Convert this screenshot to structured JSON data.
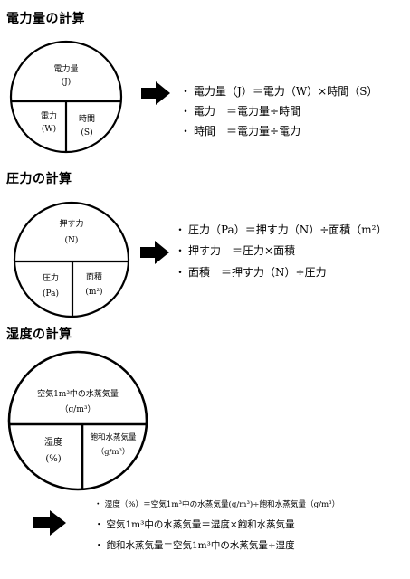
{
  "sections": [
    {
      "heading": "電力量の計算",
      "circle": {
        "top": "電力量",
        "top_unit": "(J)",
        "left": "電力",
        "left_unit": "(W)",
        "right": "時間",
        "right_unit": "(S)"
      },
      "bullet": "・",
      "formulas": [
        "電力量（J）＝電力（W）×時間（S）",
        "電力　＝電力量÷時間",
        "時間　＝電力量÷電力"
      ]
    },
    {
      "heading": "圧力の計算",
      "circle": {
        "top": "押す力",
        "top_unit": "(N)",
        "left": "圧力",
        "left_unit": "(Pa)",
        "right": "面積",
        "right_unit": "(m²)"
      },
      "bullet": "・",
      "formulas": [
        "圧力（Pa）＝押す力（N）÷面積（m²）",
        "押す力　＝圧力×面積",
        "面積　＝押す力（N）÷圧力"
      ]
    },
    {
      "heading": "湿度の計算",
      "circle": {
        "top": "空気1m³中の水蒸気量",
        "top_unit": "（g/m³）",
        "left": "湿度",
        "left_unit": "(%)",
        "right": "飽和水蒸気量",
        "right_unit": "（g/m³）"
      },
      "bullet": "・",
      "formulas": [
        "湿度（%）＝空気1m³中の水蒸気量(g/m³)÷飽和水蒸気量（g/m³）",
        "空気1m³中の水蒸気量＝湿度×飽和水蒸気量",
        "飽和水蒸気量＝空気1m³中の水蒸気量÷湿度"
      ]
    }
  ]
}
